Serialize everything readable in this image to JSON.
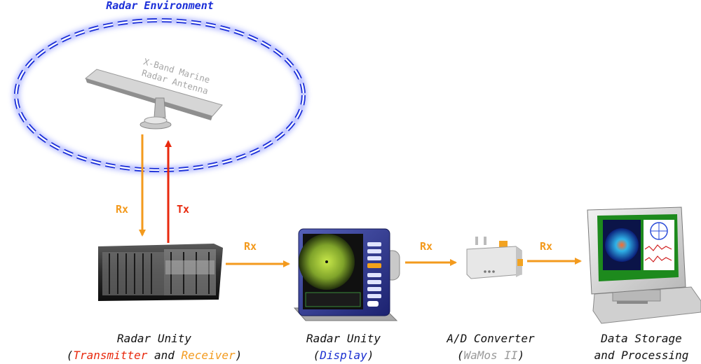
{
  "environment": {
    "title": "Radar Environment",
    "antenna_label_line1": "X-Band Marine",
    "antenna_label_line2": "Radar Antenna"
  },
  "signals": {
    "rx_down": "Rx",
    "tx_up": "Tx",
    "rx_to_display": "Rx",
    "rx_to_converter": "Rx",
    "rx_to_storage": "Rx"
  },
  "components": {
    "transceiver": {
      "line1": "Radar Unity",
      "open": "(",
      "part1": "Transmitter",
      "and": " and ",
      "part2": "Receiver",
      "close": ")"
    },
    "display": {
      "line1": "Radar Unity",
      "open": "(",
      "part": "Display",
      "close": ")"
    },
    "converter": {
      "line1": "A/D Converter",
      "open": "(",
      "part": "WaMos II",
      "close": ")"
    },
    "storage": {
      "line1": "Data Storage",
      "line2": "and Processing"
    }
  },
  "colors": {
    "rx": "#f39a1d",
    "tx": "#e8290e",
    "display_text": "#1a2fd0",
    "wamos_text": "#9a9a9a",
    "ring": "#1b2fd8"
  }
}
